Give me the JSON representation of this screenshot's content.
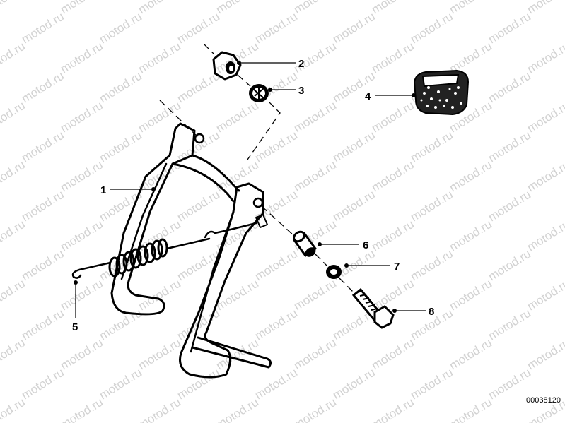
{
  "watermark": {
    "text": "motod.ru"
  },
  "diagram": {
    "drawing_number": "00038120",
    "callouts": [
      {
        "id": "1",
        "label": "1"
      },
      {
        "id": "2",
        "label": "2"
      },
      {
        "id": "3",
        "label": "3"
      },
      {
        "id": "4",
        "label": "4"
      },
      {
        "id": "5",
        "label": "5"
      },
      {
        "id": "6",
        "label": "6"
      },
      {
        "id": "7",
        "label": "7"
      },
      {
        "id": "8",
        "label": "8"
      }
    ]
  }
}
